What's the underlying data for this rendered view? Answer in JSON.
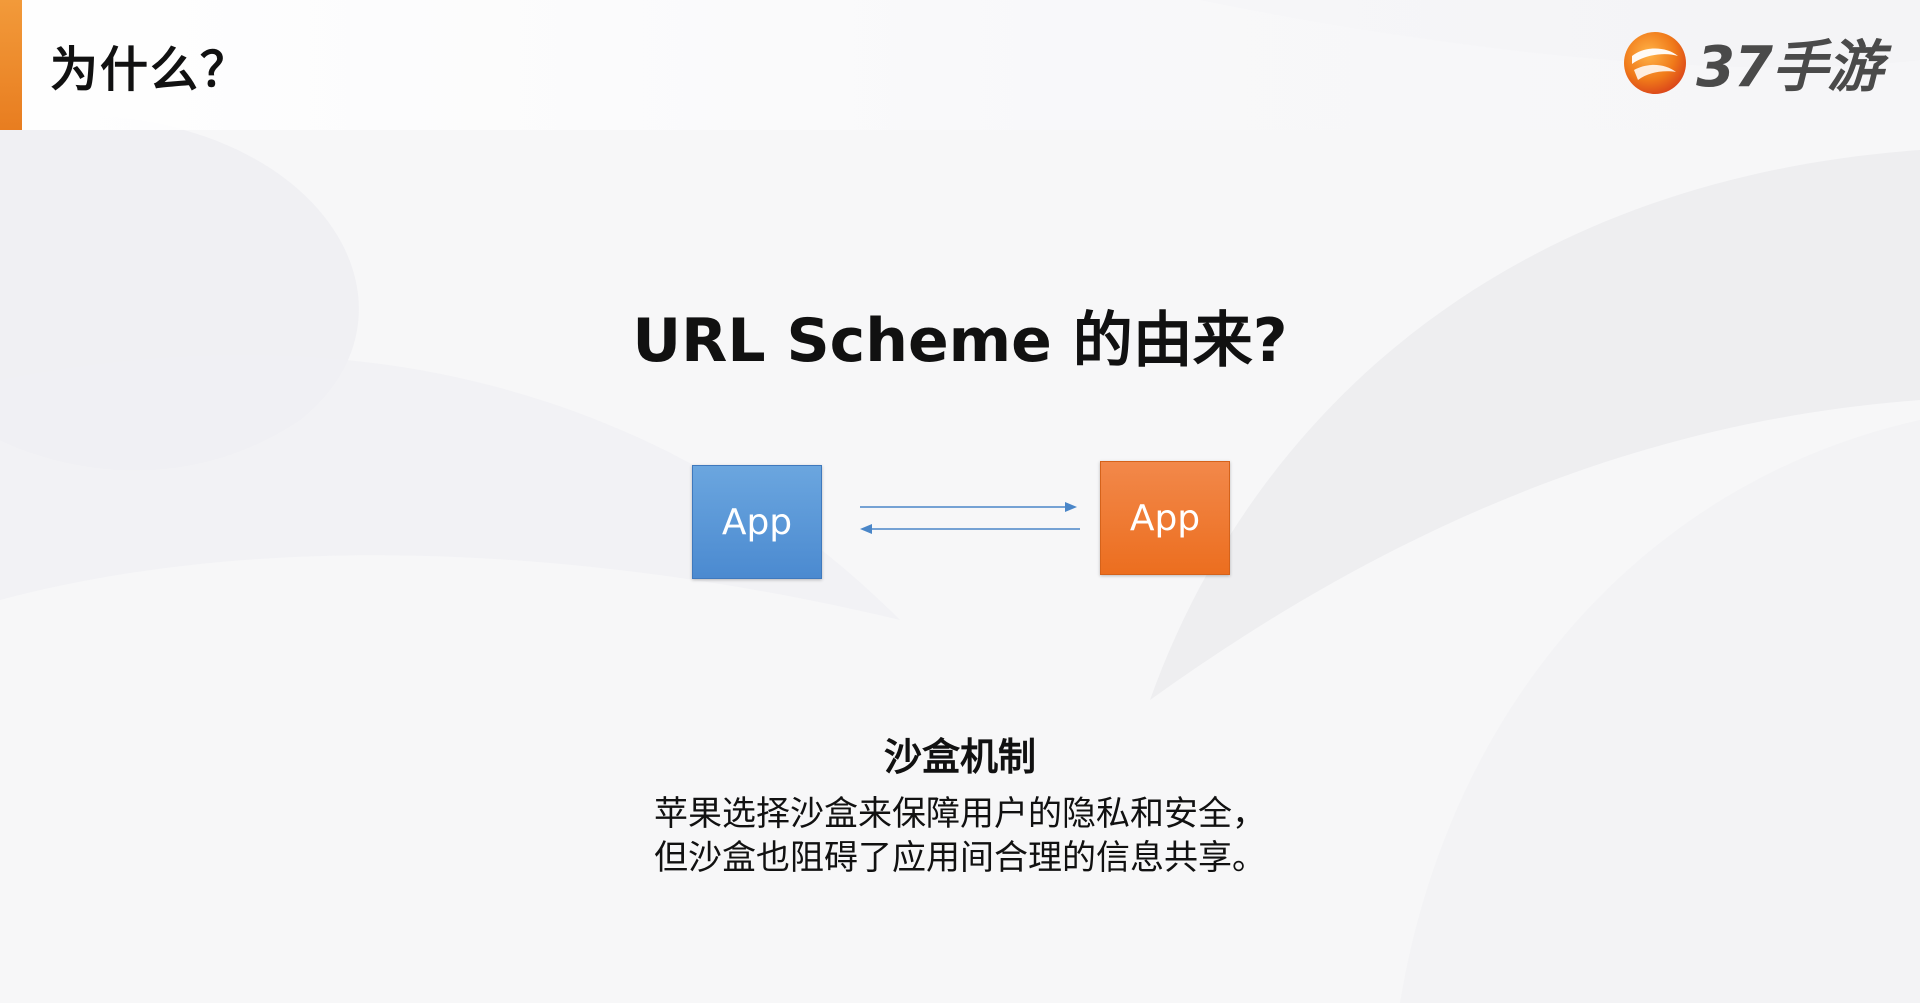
{
  "header": {
    "title": "为什么？",
    "accent_color": "#ee8a2a"
  },
  "logo": {
    "text": "37手游",
    "icon": "37-logo-icon"
  },
  "slide": {
    "title": "URL Scheme 的由来?",
    "diagram": {
      "left_box_label": "App",
      "right_box_label": "App",
      "left_box_color": "#4b8ad0",
      "right_box_color": "#ec6e1f",
      "arrow_color": "#4a86c8"
    },
    "subtitle": "沙盒机制",
    "body_lines": [
      "苹果选择沙盒来保障用户的隐私和安全，",
      "但沙盒也阻碍了应用间合理的信息共享。"
    ]
  }
}
